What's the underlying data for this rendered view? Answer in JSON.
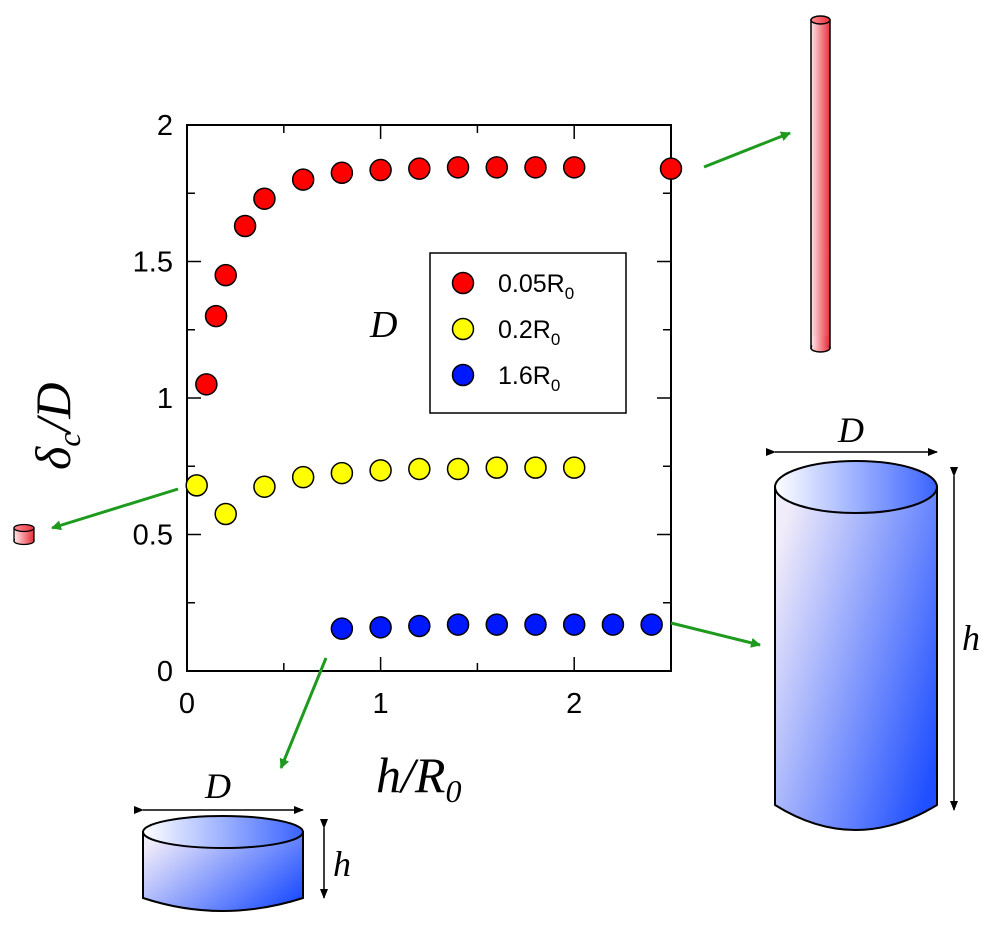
{
  "chart_data": {
    "type": "scatter",
    "xlabel": {
      "main": "h",
      "sep": "/",
      "var": "R",
      "sub": "0"
    },
    "ylabel": {
      "main": "δ",
      "sub": "c",
      "sep": "/",
      "var": "D"
    },
    "xlim": [
      0,
      2.5
    ],
    "ylim": [
      0,
      2
    ],
    "xticks": [
      {
        "value": 0,
        "label": "0"
      },
      {
        "value": 1,
        "label": "1"
      },
      {
        "value": 2,
        "label": "2"
      }
    ],
    "yticks": [
      {
        "value": 0,
        "label": "0"
      },
      {
        "value": 0.5,
        "label": "0.5"
      },
      {
        "value": 1,
        "label": "1"
      },
      {
        "value": 1.5,
        "label": "1.5"
      },
      {
        "value": 2,
        "label": "2"
      }
    ],
    "grid": false,
    "legend_position": "center-right",
    "legend_annotation": "D",
    "series": [
      {
        "name": "0.05R",
        "name_sub": "0",
        "color": "#ff0000",
        "points": [
          [
            0.1,
            1.05
          ],
          [
            0.15,
            1.3
          ],
          [
            0.2,
            1.45
          ],
          [
            0.3,
            1.63
          ],
          [
            0.4,
            1.73
          ],
          [
            0.6,
            1.8
          ],
          [
            0.8,
            1.825
          ],
          [
            1.0,
            1.835
          ],
          [
            1.2,
            1.84
          ],
          [
            1.4,
            1.845
          ],
          [
            1.6,
            1.845
          ],
          [
            1.8,
            1.845
          ],
          [
            2.0,
            1.845
          ],
          [
            2.5,
            1.84
          ]
        ]
      },
      {
        "name": "0.2R",
        "name_sub": "0",
        "color": "#ffff00",
        "points": [
          [
            0.05,
            0.68
          ],
          [
            0.2,
            0.575
          ],
          [
            0.4,
            0.675
          ],
          [
            0.6,
            0.71
          ],
          [
            0.8,
            0.725
          ],
          [
            1.0,
            0.735
          ],
          [
            1.2,
            0.74
          ],
          [
            1.4,
            0.74
          ],
          [
            1.6,
            0.745
          ],
          [
            1.8,
            0.745
          ],
          [
            2.0,
            0.745
          ]
        ]
      },
      {
        "name": "1.6R",
        "name_sub": "0",
        "color": "#0018ff",
        "points": [
          [
            0.8,
            0.155
          ],
          [
            1.0,
            0.16
          ],
          [
            1.2,
            0.165
          ],
          [
            1.4,
            0.17
          ],
          [
            1.6,
            0.17
          ],
          [
            1.8,
            0.17
          ],
          [
            2.0,
            0.17
          ],
          [
            2.2,
            0.17
          ],
          [
            2.4,
            0.17
          ]
        ]
      }
    ]
  },
  "illustrations": {
    "tall_cylinder": {
      "d_label": "D",
      "h_label": "h"
    },
    "disk": {
      "d_label": "D",
      "h_label": "h"
    }
  },
  "colors": {
    "arrow": "#1e9a1e",
    "rod": "#e8323c",
    "cylinder_light": "#f1ecfa",
    "cylinder_dark": "#1f4fff"
  }
}
